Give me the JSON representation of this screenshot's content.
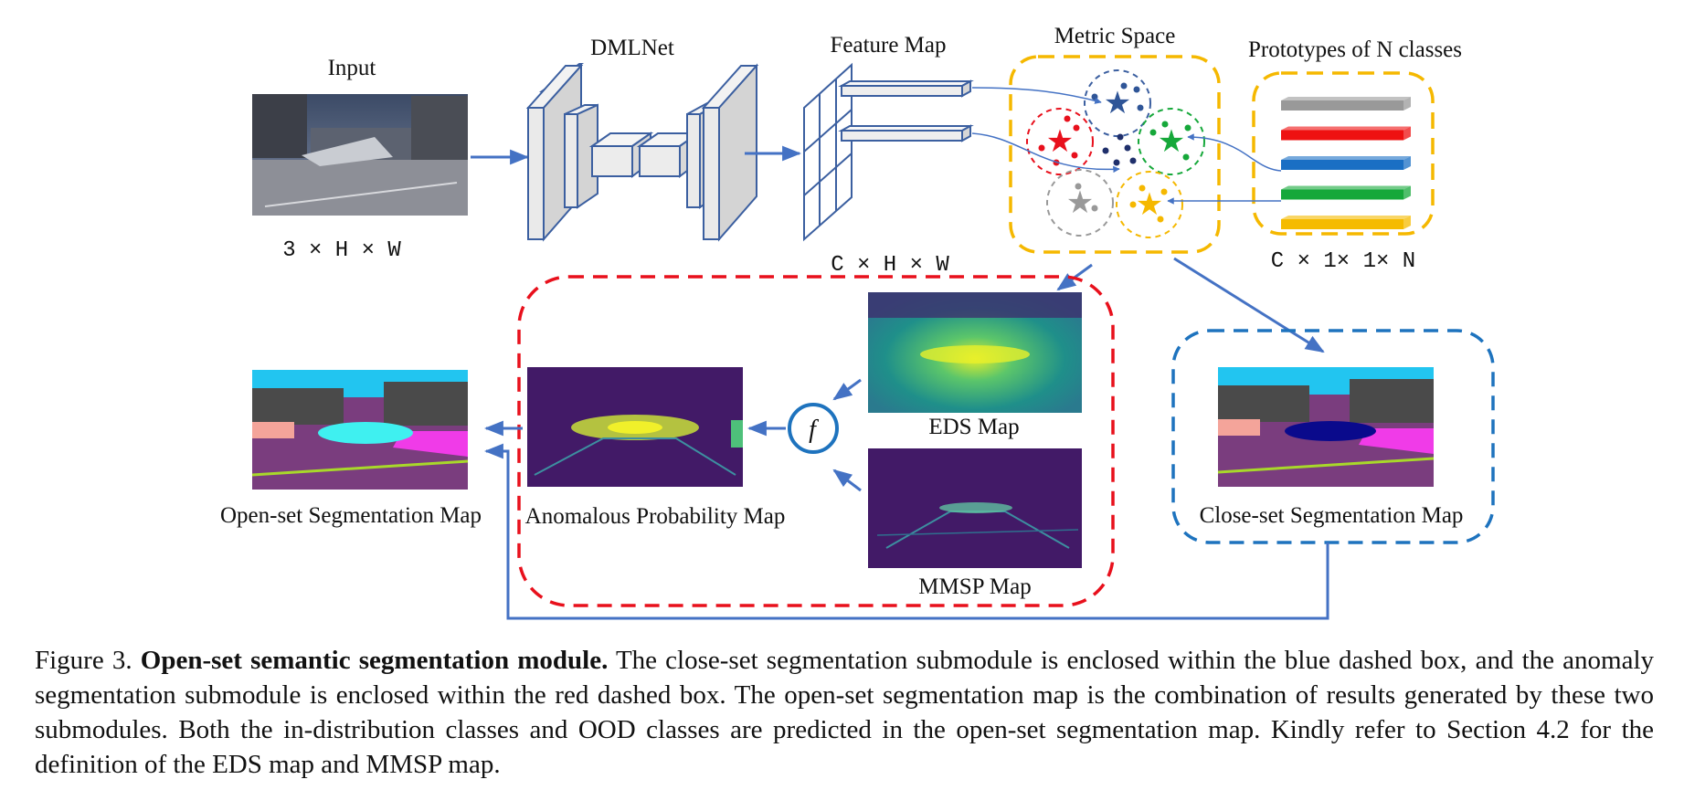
{
  "figure": {
    "input_title": "Input",
    "input_dims": "3 × H × W",
    "network_title": "DMLNet",
    "feature_title": "Feature Map",
    "feature_dims": "C × H × W",
    "metric_title": "Metric Space",
    "prototypes_title": "Prototypes of N classes",
    "prototypes_dims": "C × 1× 1× N",
    "eds_label": "EDS Map",
    "mmsp_label": "MMSP Map",
    "fusion_symbol": "f",
    "anomalous_label": "Anomalous Probability Map",
    "openset_label": "Open-set Segmentation Map",
    "closeset_label": "Close-set Segmentation Map",
    "colors": {
      "arrow": "#4472c4",
      "red_box": "#e8101c",
      "blue_box": "#1e73be",
      "yellow_box": "#f5b800",
      "prototype_bars": [
        "#999999",
        "#ee1111",
        "#1a6fc4",
        "#16a83a",
        "#f5bb00"
      ]
    }
  },
  "caption": {
    "figure_number": "Figure 3.",
    "lead": "Open-set semantic segmentation module.",
    "body": "The close-set segmentation submodule is enclosed within the blue dashed box, and the anomaly segmentation submodule is enclosed within the red dashed box. The open-set segmentation map is the combination of results generated by these two submodules. Both the in-distribution classes and OOD classes are predicted in the open-set segmentation map. Kindly refer to Section 4.2 for the definition of the EDS map and MMSP map."
  }
}
